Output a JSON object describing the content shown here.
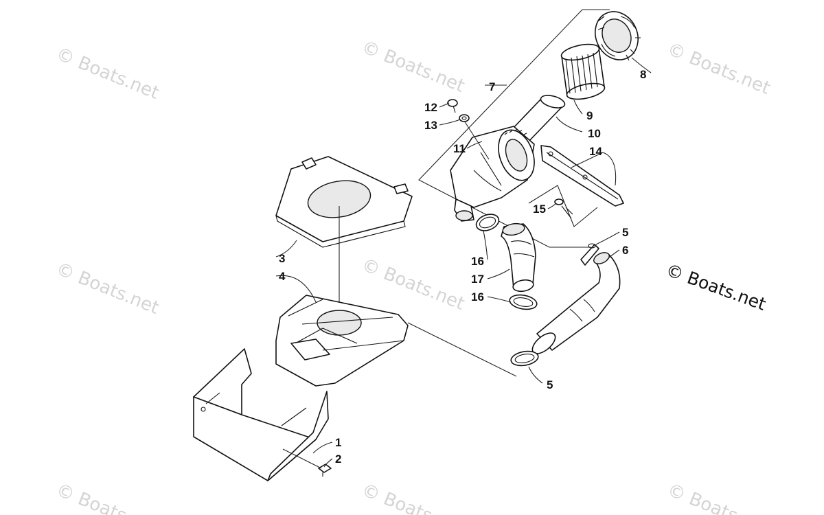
{
  "watermark": {
    "text": "© Boats.net",
    "prominent_text": "© Boats.net"
  },
  "callouts": {
    "c1": "1",
    "c2": "2",
    "c3": "3",
    "c4": "4",
    "c5a": "5",
    "c5b": "5",
    "c6": "6",
    "c7": "7",
    "c8": "8",
    "c9": "9",
    "c10": "10",
    "c11": "11",
    "c12": "12",
    "c13": "13",
    "c14": "14",
    "c15": "15",
    "c16a": "16",
    "c16b": "16",
    "c17": "17"
  }
}
